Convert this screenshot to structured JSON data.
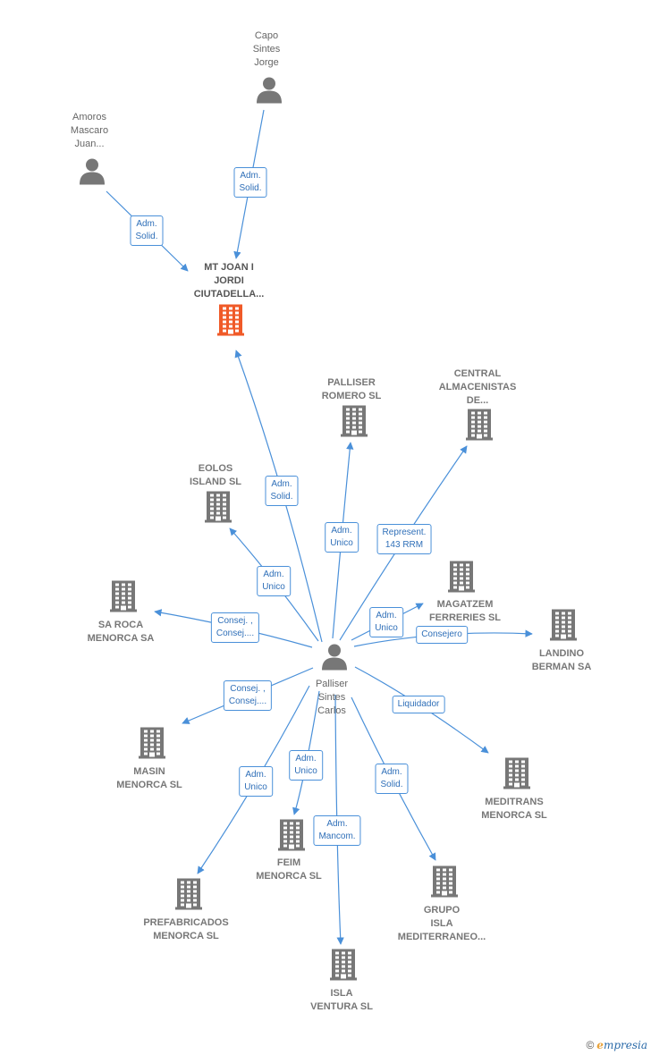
{
  "colors": {
    "edge": "#4a90d9",
    "person": "#777777",
    "company": "#777777",
    "focus": "#f05a28"
  },
  "nodes": [
    {
      "id": "capo",
      "type": "person",
      "label": [
        "Capo",
        "Sintes",
        "Jorge"
      ]
    },
    {
      "id": "amoros",
      "type": "person",
      "label": [
        "Amoros",
        "Mascaro",
        "Juan..."
      ]
    },
    {
      "id": "mtjoan",
      "type": "focus",
      "label": [
        "MT JOAN I",
        "JORDI",
        "CIUTADELLA..."
      ]
    },
    {
      "id": "palliser_romero",
      "type": "company",
      "label": [
        "PALLISER",
        "ROMERO  SL"
      ]
    },
    {
      "id": "central",
      "type": "company",
      "label": [
        "CENTRAL",
        "ALMACENISTAS",
        "DE..."
      ]
    },
    {
      "id": "eolos",
      "type": "company",
      "label": [
        "EOLOS",
        "ISLAND  SL"
      ]
    },
    {
      "id": "magatzem",
      "type": "company",
      "label": [
        "MAGATZEM",
        "FERRERIES  SL"
      ]
    },
    {
      "id": "saroca",
      "type": "company",
      "label": [
        "SA ROCA",
        "MENORCA SA"
      ]
    },
    {
      "id": "landino",
      "type": "company",
      "label": [
        "LANDINO",
        "BERMAN SA"
      ]
    },
    {
      "id": "palliser_carlos",
      "type": "person",
      "label": [
        "Palliser",
        "Sintes",
        "Carlos"
      ]
    },
    {
      "id": "masin",
      "type": "company",
      "label": [
        "MASIN",
        "MENORCA SL"
      ]
    },
    {
      "id": "meditrans",
      "type": "company",
      "label": [
        "MEDITRANS",
        "MENORCA SL"
      ]
    },
    {
      "id": "feim",
      "type": "company",
      "label": [
        "FEIM",
        "MENORCA  SL"
      ]
    },
    {
      "id": "prefabricados",
      "type": "company",
      "label": [
        "PREFABRICADOS",
        "MENORCA SL"
      ]
    },
    {
      "id": "grupo",
      "type": "company",
      "label": [
        "GRUPO",
        "ISLA",
        "MEDITERRANEO..."
      ]
    },
    {
      "id": "isla_ventura",
      "type": "company",
      "label": [
        "ISLA",
        "VENTURA SL"
      ]
    }
  ],
  "edges": [
    {
      "from": "capo",
      "to": "mtjoan",
      "label": [
        "Adm.",
        "Solid."
      ]
    },
    {
      "from": "amoros",
      "to": "mtjoan",
      "label": [
        "Adm.",
        "Solid."
      ]
    },
    {
      "from": "palliser_carlos",
      "to": "mtjoan",
      "label": [
        "Adm.",
        "Solid."
      ]
    },
    {
      "from": "palliser_carlos",
      "to": "palliser_romero",
      "label": [
        "Adm.",
        "Unico"
      ]
    },
    {
      "from": "palliser_carlos",
      "to": "central",
      "label": [
        "Represent.",
        "143 RRM"
      ]
    },
    {
      "from": "palliser_carlos",
      "to": "eolos",
      "label": [
        "Adm.",
        "Unico"
      ]
    },
    {
      "from": "palliser_carlos",
      "to": "magatzem",
      "label": [
        "Adm.",
        "Unico"
      ]
    },
    {
      "from": "palliser_carlos",
      "to": "saroca",
      "label": [
        "Consej. ,",
        "Consej...."
      ]
    },
    {
      "from": "palliser_carlos",
      "to": "landino",
      "label": [
        "Consejero"
      ]
    },
    {
      "from": "palliser_carlos",
      "to": "masin",
      "label": [
        "Consej. ,",
        "Consej...."
      ]
    },
    {
      "from": "palliser_carlos",
      "to": "meditrans",
      "label": [
        "Liquidador"
      ]
    },
    {
      "from": "palliser_carlos",
      "to": "feim",
      "label": [
        "Adm.",
        "Unico"
      ]
    },
    {
      "from": "palliser_carlos",
      "to": "prefabricados",
      "label": [
        "Adm.",
        "Unico"
      ]
    },
    {
      "from": "palliser_carlos",
      "to": "grupo",
      "label": [
        "Adm.",
        "Solid."
      ]
    },
    {
      "from": "palliser_carlos",
      "to": "isla_ventura",
      "label": [
        "Adm.",
        "Mancom."
      ]
    }
  ],
  "footer": {
    "copyright": "©",
    "brand_initial": "e",
    "brand_rest": "mpresia"
  }
}
